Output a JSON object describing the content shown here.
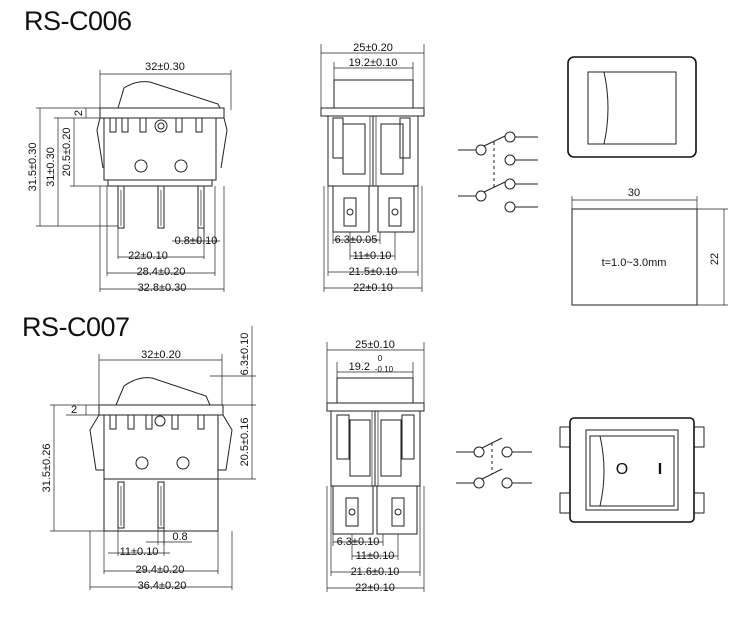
{
  "titles": {
    "c006": "RS-C006",
    "c007": "RS-C007"
  },
  "c006": {
    "side_view": {
      "width_top": "32±0.30",
      "cap_offset": "2",
      "height_total": "31.5±0.30",
      "height_body": "31±0.30",
      "height_body_top": "20.5±0.20",
      "term_thickness": "0.8±0.10",
      "term_span_inner": "22±0.10",
      "term_span": "28.4±0.20",
      "base_width": "32.8±0.30"
    },
    "front_view": {
      "outer": "25±0.20",
      "inner": "19.2±0.10",
      "tab_w": "6.3±0.05",
      "tab_pitch": "11±0.10",
      "mount_w": "21.5±0.10",
      "base_w": "22±0.10"
    },
    "panel_cutout": {
      "width": "30",
      "height": "22",
      "thickness": "t=1.0~3.0mm"
    }
  },
  "c007": {
    "side_view": {
      "width_top": "32±0.20",
      "cap_height": "6.3±0.10",
      "cap_offset": "2",
      "height_total": "31.5±0.26",
      "height_body": "20.5±0.16",
      "term_thickness": "0.8",
      "term_pitch": "11±0.10",
      "term_span": "29.4±0.20",
      "base_width": "36.4±0.20"
    },
    "front_view": {
      "outer": "25±0.10",
      "inner_nominal": "19.2",
      "inner_tol_upper": "0",
      "inner_tol_lower": "-0.10",
      "tab_w": "6.3±0.10",
      "tab_pitch": "11±0.10",
      "mount_w": "21.6±0.10",
      "base_w": "22±0.10"
    },
    "rocker_marks": {
      "off": "O",
      "on": "I"
    }
  }
}
